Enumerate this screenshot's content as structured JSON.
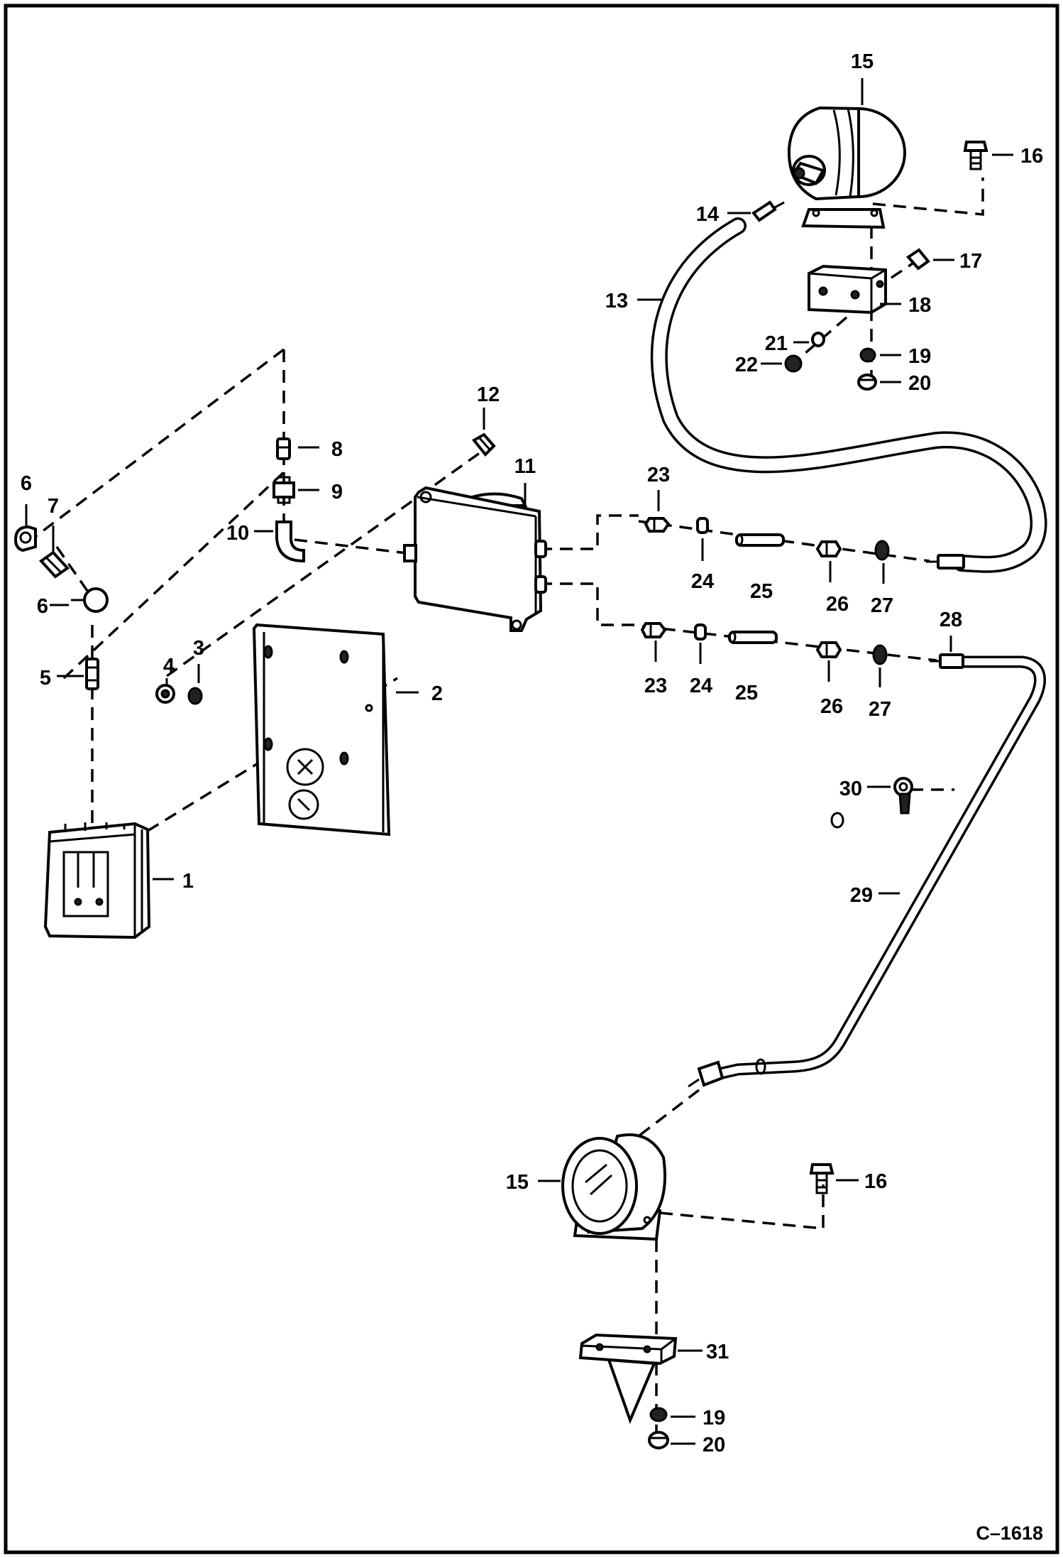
{
  "drawing_id": "C–1618",
  "callouts": {
    "c1": "1",
    "c2": "2",
    "c3": "3",
    "c4": "4",
    "c5": "5",
    "c6a": "6",
    "c6b": "6",
    "c7": "7",
    "c8": "8",
    "c9": "9",
    "c10": "10",
    "c11": "11",
    "c12": "12",
    "c13": "13",
    "c14": "14",
    "c15a": "15",
    "c15b": "15",
    "c16a": "16",
    "c16b": "16",
    "c17": "17",
    "c18": "18",
    "c19a": "19",
    "c19b": "19",
    "c20a": "20",
    "c20b": "20",
    "c21": "21",
    "c22": "22",
    "c23a": "23",
    "c23b": "23",
    "c24a": "24",
    "c24b": "24",
    "c25a": "25",
    "c25b": "25",
    "c26a": "26",
    "c26b": "26",
    "c27a": "27",
    "c27b": "27",
    "c28": "28",
    "c29": "29",
    "c30": "30",
    "c31": "31"
  }
}
